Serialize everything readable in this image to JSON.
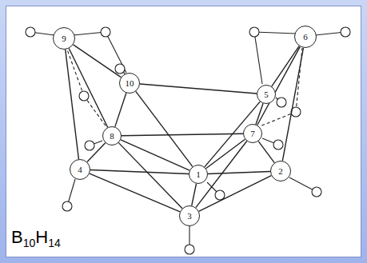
{
  "diagram": {
    "nodes": [
      {
        "text": [
          "9"
        ]
      },
      {
        "text": [
          "6"
        ]
      },
      {
        "text": [
          "10"
        ]
      },
      {
        "text": [
          "5"
        ]
      },
      {
        "text": [
          "8"
        ]
      },
      {
        "text": [
          "7"
        ]
      },
      {
        "text": [
          "4"
        ]
      },
      {
        "text": [
          "1"
        ]
      },
      {
        "text": [
          "2"
        ]
      },
      {
        "text": [
          "3"
        ]
      }
    ],
    "edges": [
      {
        "from": 0,
        "to": 2,
        "arrow": "none"
      },
      {
        "from": 0,
        "to": 4,
        "arrow": "none"
      },
      {
        "from": 0,
        "to": 6,
        "arrow": "none"
      },
      {
        "from": 2,
        "to": 4,
        "arrow": "none"
      },
      {
        "from": 2,
        "to": 7,
        "arrow": "none"
      },
      {
        "from": 2,
        "to": 3,
        "arrow": "none"
      },
      {
        "from": 3,
        "to": 1,
        "arrow": "none"
      },
      {
        "from": 1,
        "to": 8,
        "arrow": "none"
      },
      {
        "from": 3,
        "to": 5,
        "arrow": "none"
      },
      {
        "from": 1,
        "to": 5,
        "arrow": "none"
      },
      {
        "from": 4,
        "to": 6,
        "arrow": "none"
      },
      {
        "from": 4,
        "to": 5,
        "arrow": "none"
      },
      {
        "from": 4,
        "to": 9,
        "arrow": "none"
      },
      {
        "from": 4,
        "to": 7,
        "arrow": "none"
      },
      {
        "from": 6,
        "to": 7,
        "arrow": "none"
      },
      {
        "from": 6,
        "to": 9,
        "arrow": "none"
      },
      {
        "from": 7,
        "to": 9,
        "arrow": "none"
      },
      {
        "from": 7,
        "to": 5,
        "arrow": "none"
      },
      {
        "from": 7,
        "to": 8,
        "arrow": "none"
      },
      {
        "from": 5,
        "to": 8,
        "arrow": "none"
      },
      {
        "from": 5,
        "to": 9,
        "arrow": "none"
      },
      {
        "from": 8,
        "to": 9,
        "arrow": "none"
      },
      {
        "from": 3,
        "to": 7,
        "arrow": "none"
      }
    ],
    "labels": [
      "B10H14"
    ]
  }
}
